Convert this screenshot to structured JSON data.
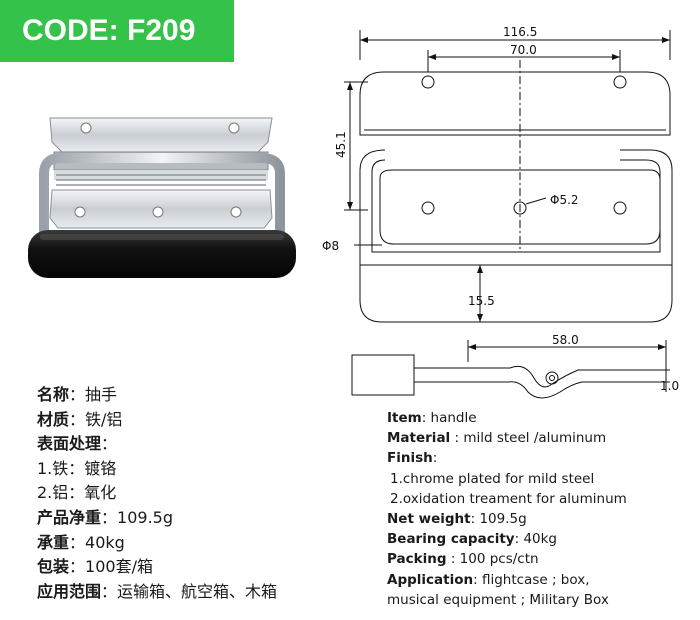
{
  "code": "CODE: F209",
  "dimensions": {
    "width": "116.5",
    "hole_spacing": "70.0",
    "height": "45.1",
    "hole_dia": "Φ5.2",
    "bar_dia": "Φ8",
    "clearance": "15.5",
    "depth": "58.0",
    "thickness": "1.0"
  },
  "zh": {
    "name": {
      "label": "名称",
      "value": "抽手"
    },
    "material": {
      "label": "材质",
      "value": "铁/铝"
    },
    "finish": {
      "label": "表面处理",
      "value": ""
    },
    "finish_iron": {
      "label": "1.铁",
      "value": "镀铬"
    },
    "finish_alu": {
      "label": "2.铝",
      "value": "氧化"
    },
    "net_weight": {
      "label": "产品净重",
      "value": "109.5g"
    },
    "bearing": {
      "label": "承重",
      "value": "40kg"
    },
    "packing": {
      "label": "包装",
      "value": "100套/箱"
    },
    "application": {
      "label": "应用范围",
      "value": "运输箱、航空箱、木箱"
    }
  },
  "en": {
    "item": {
      "label": "Item",
      "value": "handle"
    },
    "material": {
      "label": "Material",
      "value": "mild steel /aluminum"
    },
    "finish": {
      "label": "Finish",
      "value": ""
    },
    "finish_1": "1.chrome plated for mild steel",
    "finish_2": "2.oxidation treament for aluminum",
    "net_weight": {
      "label": "Net weight",
      "value": "109.5g"
    },
    "bearing": {
      "label": "Bearing capacity",
      "value": "40kg"
    },
    "packing": {
      "label": "Packing",
      "value": "100 pcs/ctn"
    },
    "application": {
      "label": "Application",
      "value": "flightcase ; box,"
    },
    "application_2": "musical equipment ; Military Box"
  }
}
